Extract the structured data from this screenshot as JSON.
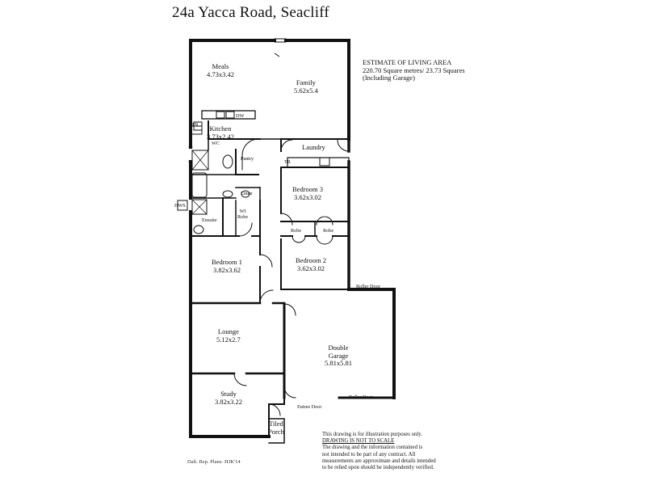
{
  "title": "24a Yacca Road,  Seacliff",
  "estimate": {
    "heading": "ESTIMATE OF LIVING AREA",
    "line1": "220.70 Square metres/ 23.73 Squares",
    "line2": "(Including Garage)"
  },
  "rooms": {
    "meals": {
      "name": "Meals",
      "size": "4.73x3.42"
    },
    "family": {
      "name": "Family",
      "size": "5.62x5.4"
    },
    "kitchen": {
      "name": "Kitchen",
      "size": "3.73x2.42"
    },
    "laundry": {
      "name": "Laundry"
    },
    "pantry": {
      "name": "Pantry"
    },
    "bedroom3": {
      "name": "Bedroom 3",
      "size": "3.62x3.02"
    },
    "linen": {
      "name": "Linen"
    },
    "wirobe": {
      "name": "WI\nRobe"
    },
    "ensuite": {
      "name": "Ensuite"
    },
    "robe1": {
      "name": "Robe"
    },
    "robe2": {
      "name": "Robe"
    },
    "bedroom1": {
      "name": "Bedroom 1",
      "size": "3.82x3.62"
    },
    "bedroom2": {
      "name": "Bedroom 2",
      "size": "3.62x3.02"
    },
    "lounge": {
      "name": "Lounge",
      "size": "5.12x2.7"
    },
    "garage": {
      "name": "Double\nGarage",
      "size": "5.81x5.81"
    },
    "study": {
      "name": "Study",
      "size": "3.82x3.22"
    },
    "porch": {
      "name": "Tiled\nPorch"
    }
  },
  "labels": {
    "roller_door_top": "Roller Door",
    "roller_door_bottom": "Roller Door",
    "entry_door": "Entree Door",
    "fr": "FR",
    "dw": "DW",
    "tr": "TR",
    "wc": "WC",
    "hws": "HWS"
  },
  "disclaimer": {
    "line1": "This drawing is for illustration purposes only.",
    "line2": "DRAWING IS NOT TO SCALE",
    "line3": "The drawing and the information contained is",
    "line4": "not intended to be part of any contract.  All",
    "line5": "measurements are approximate and details intended",
    "line6": "to be relied upon should be independently verified."
  },
  "drawn_by": "Dalt. Rep. Plans- HJK'14"
}
